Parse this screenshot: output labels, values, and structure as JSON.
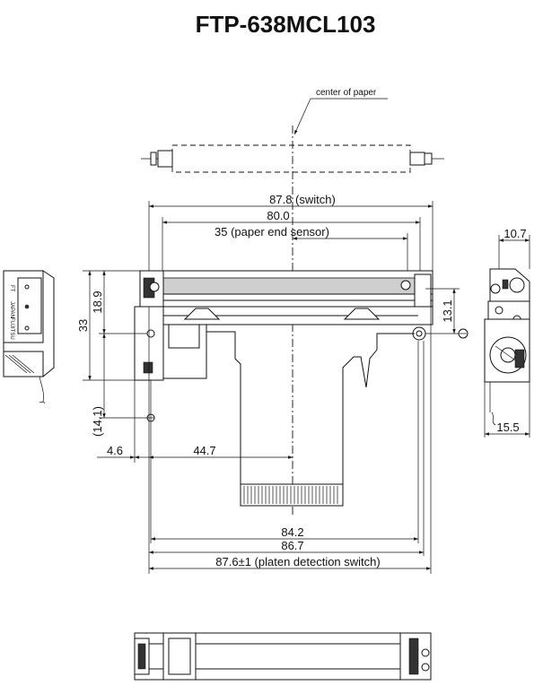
{
  "title": "FTP-638MCL103",
  "annotations": {
    "center_of_paper": "center of paper"
  },
  "dimensions": {
    "switch_width": "87.8 (switch)",
    "platen_width": "80.0",
    "paper_end_sensor": "35 (paper end sensor)",
    "side_top": "10.7",
    "height_33": "33",
    "height_18_9": "18.9",
    "offset_13_1": "13.1",
    "offset_14_1": "(14.1)",
    "left_4_6": "4.6",
    "center_44_7": "44.7",
    "side_bottom": "15.5",
    "width_84_2": "84.2",
    "width_86_7": "86.7",
    "platen_detection": "87.6±1 (platen detection switch)"
  },
  "label_text": {
    "line1": "FT",
    "line2": "JAPAN",
    "line3": "FUJITSU"
  }
}
